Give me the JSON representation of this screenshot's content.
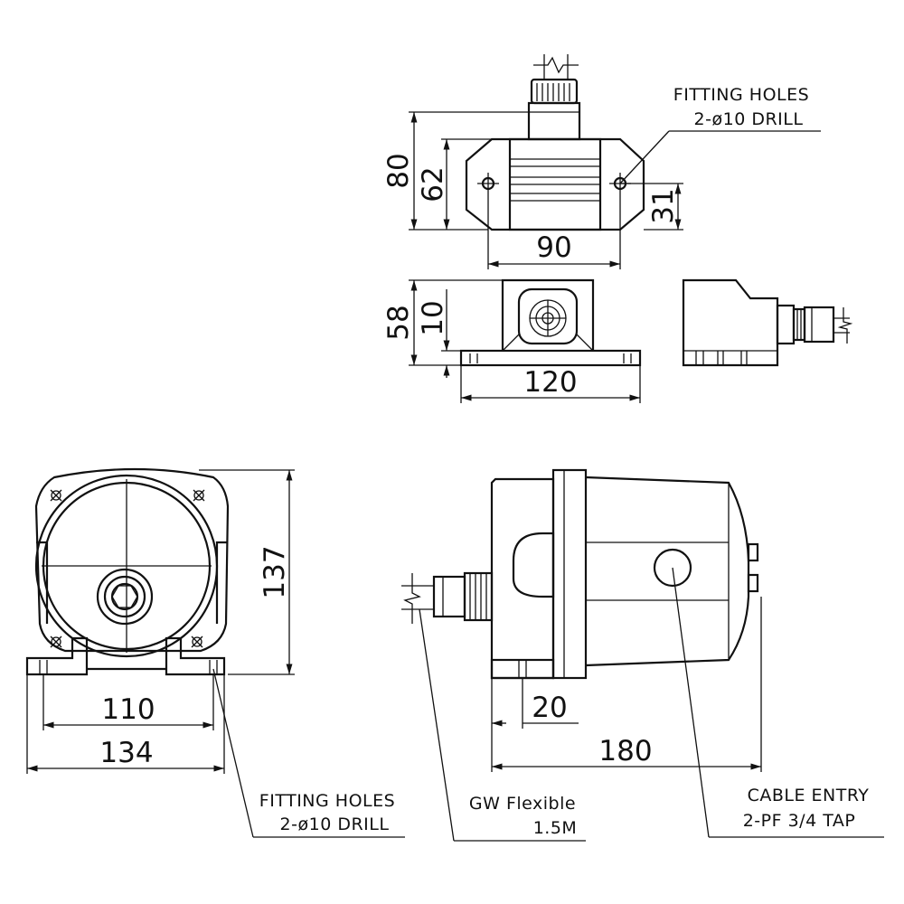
{
  "drawing": {
    "top_view": {
      "dims": {
        "height_total": "80",
        "height_body": "62",
        "hole_offset": "31",
        "hole_spacing": "90"
      },
      "callout": {
        "line1": "FITTING HOLES",
        "line2": "2-ø10 DRILL"
      }
    },
    "front_view_small": {
      "dims": {
        "height": "58",
        "base": "10",
        "width": "120"
      }
    },
    "end_view": {
      "dims": {
        "height": "137",
        "hole_spacing": "110",
        "width": "134"
      },
      "callout": {
        "line1": "FITTING HOLES",
        "line2": "2-ø10 DRILL"
      }
    },
    "side_view": {
      "dims": {
        "foot": "20",
        "length": "180"
      },
      "callout_cable": {
        "line1": "CABLE ENTRY",
        "line2": "2-PF 3/4 TAP"
      },
      "callout_hose": {
        "line1": "GW Flexible",
        "line2": "1.5M"
      }
    }
  }
}
